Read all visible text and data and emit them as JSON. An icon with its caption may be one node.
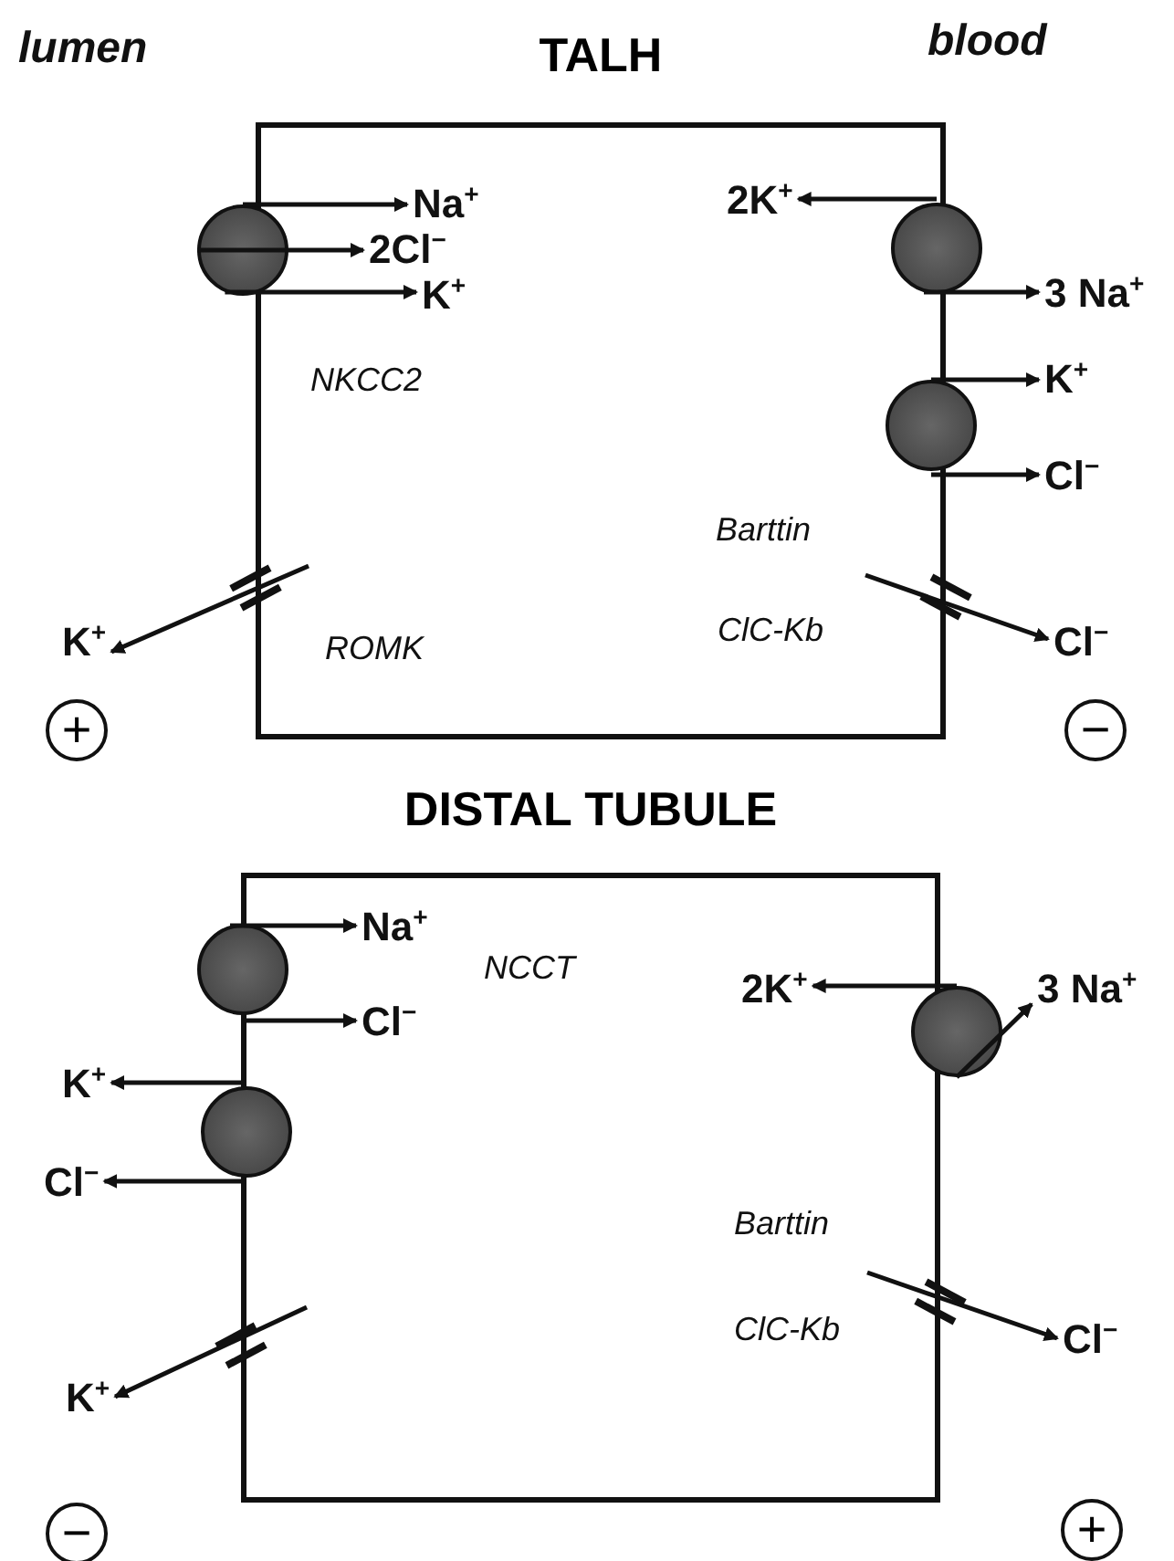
{
  "diagram": {
    "nodes": [
      {
        "text": [
          "TALH"
        ]
      },
      {
        "text": [],
        "shape": "circle"
      },
      {
        "text": [
          "Na$^{+}$"
        ],
        "in": 0
      },
      {
        "text": [
          "2Cl$^{−}$"
        ],
        "in": 0
      },
      {
        "text": [
          "K$^{+}$"
        ],
        "in": 0
      },
      {
        "text": [
          "2K$^{+}$"
        ],
        "in": 0
      },
      {
        "text": [],
        "shape": "circle"
      },
      {
        "text": [
          "3 Na$^{+}$"
        ]
      },
      {
        "text": [],
        "shape": "circle"
      },
      {
        "text": [
          "K$^{+}$"
        ]
      },
      {
        "text": [
          "Cl$^{−}$"
        ]
      },
      {
        "text": [
          "K$^{+}$"
        ]
      },
      {
        "text": [
          "Cl$^{−}$"
        ]
      },
      {
        "text": [
          "+"
        ]
      },
      {
        "text": [
          "−"
        ]
      },
      {
        "text": [
          "DISTAL TUBULE"
        ]
      },
      {
        "text": [],
        "shape": "circle"
      },
      {
        "text": [
          "Na$^{+}$"
        ],
        "in": 15
      },
      {
        "text": [
          "Cl$^{−}$"
        ],
        "in": 15
      },
      {
        "text": [
          "K$^{+}$"
        ]
      },
      {
        "text": [],
        "shape": "circle"
      },
      {
        "text": [
          "Cl$^{−}$"
        ]
      },
      {
        "text": [
          "2K$^{+}$"
        ],
        "in": 15
      },
      {
        "text": [],
        "shape": "circle"
      },
      {
        "text": [
          "3 Na$^{+}$"
        ]
      },
      {
        "text": [
          "K$^{+}$"
        ]
      },
      {
        "text": [
          "Cl$^{−}$"
        ]
      },
      {
        "text": [
          "−"
        ]
      },
      {
        "text": [
          "+"
        ]
      }
    ],
    "edges": [
      {
        "from": 1,
        "to": 2,
        "arrow": "to"
      },
      {
        "from": 1,
        "to": 3,
        "arrow": "to"
      },
      {
        "from": 1,
        "to": 4,
        "arrow": "to"
      },
      {
        "from": 6,
        "to": 5,
        "arrow": "to"
      },
      {
        "from": 6,
        "to": 7,
        "arrow": "to"
      },
      {
        "from": 8,
        "to": 9,
        "arrow": "to"
      },
      {
        "from": 8,
        "to": 10,
        "arrow": "to"
      },
      {
        "from": null,
        "to": 11,
        "arrow": "to"
      },
      {
        "from": null,
        "to": 12,
        "arrow": "to"
      },
      {
        "from": 16,
        "to": 17,
        "arrow": "to"
      },
      {
        "from": 16,
        "to": 18,
        "arrow": "to"
      },
      {
        "from": 20,
        "to": 19,
        "arrow": "to"
      },
      {
        "from": 20,
        "to": 21,
        "arrow": "to"
      },
      {
        "from": 23,
        "to": 22,
        "arrow": "to"
      },
      {
        "from": 23,
        "to": 24,
        "arrow": "to"
      },
      {
        "from": null,
        "to": 25,
        "arrow": "to"
      },
      {
        "from": null,
        "to": 26,
        "arrow": "to"
      }
    ],
    "labels": [
      "lumen",
      "blood",
      "NKCC2",
      "Barttin",
      "ROMK",
      "ClC-Kb",
      "NCCT",
      "Barttin",
      "ClC-Kb"
    ]
  }
}
